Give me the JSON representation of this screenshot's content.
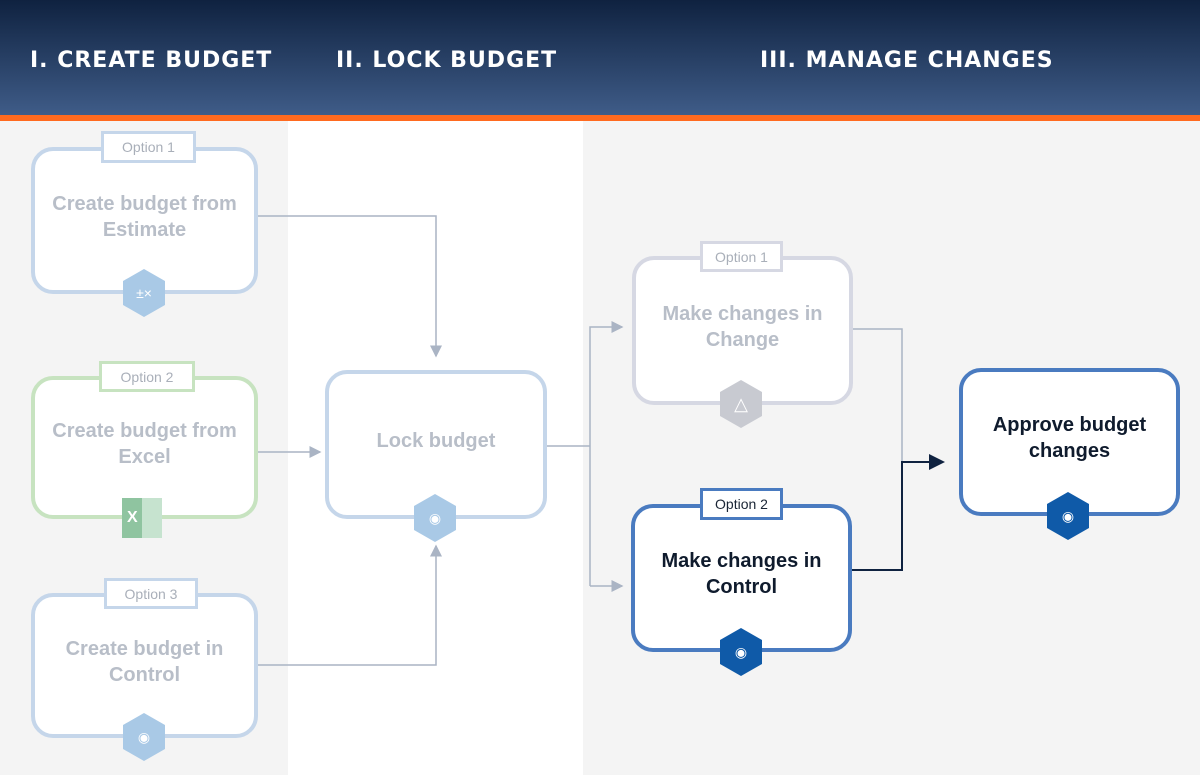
{
  "header": {
    "col1": "I. CREATE BUDGET",
    "col2": "II. LOCK BUDGET",
    "col3": "III. MANAGE CHANGES"
  },
  "nodes": {
    "estimate": {
      "tag": "Option 1",
      "label": "Create budget from Estimate",
      "icon": "calculator-icon"
    },
    "excel": {
      "tag": "Option 2",
      "label": "Create budget from Excel",
      "icon": "excel-icon",
      "icon_letter": "X"
    },
    "control_create": {
      "tag": "Option 3",
      "label": "Create budget in Control",
      "icon": "control-icon"
    },
    "lock": {
      "label": "Lock budget",
      "icon": "control-icon"
    },
    "change": {
      "tag": "Option 1",
      "label": "Make changes in Change",
      "icon": "change-icon"
    },
    "control_change": {
      "tag": "Option 2",
      "label": "Make changes in Control",
      "icon": "control-icon"
    },
    "approve": {
      "label": "Approve budget changes",
      "icon": "control-icon"
    }
  },
  "colors": {
    "accent": "#ff6a1f",
    "header_dark": "#0f2240",
    "active": "#4a7bc0",
    "faded": "#c5d6ea",
    "excel": "#c7e3c0"
  }
}
